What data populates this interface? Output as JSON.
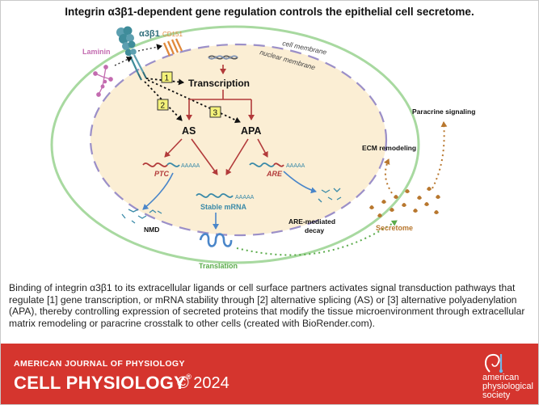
{
  "title": "Integrin α3β1-dependent gene regulation controls the epithelial cell secretome.",
  "diagram": {
    "receptor": "α3β1",
    "ligand": "Laminin",
    "partner": "CD151",
    "cell_membrane": "cell membrane",
    "nuclear_membrane": "nuclear membrane",
    "step_1": "1",
    "step_2": "2",
    "step_3": "3",
    "transcription": "Transcription",
    "as": "AS",
    "apa": "APA",
    "ptc": "PTC",
    "are": "ARE",
    "polya": "AAAAA",
    "stable_mrna": "Stable mRNA",
    "nmd": "NMD",
    "are_decay_line1": "ARE-mediated",
    "are_decay_line2": "decay",
    "translation": "Translation",
    "secretome": "Secretome",
    "ecm": "ECM remodeling",
    "paracrine": "Paracrine signaling"
  },
  "caption": "Binding of integrin α3β1 to its extracellular ligands or cell surface partners activates signal transduction pathways that regulate [1] gene transcription, or mRNA stability through [2] alternative splicing (AS) or [3] alternative polyadenylation (APA), thereby controlling expression of secreted proteins that modify the tissue microenvironment through extracellular matrix remodeling or paracrine crosstalk to other cells (created with BioRender.com).",
  "footer": {
    "journal": "AMERICAN JOURNAL OF PHYSIOLOGY",
    "subtitle": "CELL PHYSIOLOGY",
    "tm": "®",
    "year": "© 2024",
    "society_line1": "american",
    "society_line2": "physiological",
    "society_line3": "society"
  },
  "colors": {
    "footer_bg": "#d5352e",
    "cell_outline": "#a8d9a0",
    "nucleus_fill": "#fbeed4",
    "arrow_red": "#b23a3a",
    "arrow_blue": "#4a86c9",
    "green_dotted": "#5aab4a",
    "brown": "#b8772e",
    "step_box": "#f4f27a",
    "ligand_pink": "#c36bb0",
    "integrin_teal": "#3f8c9a"
  }
}
